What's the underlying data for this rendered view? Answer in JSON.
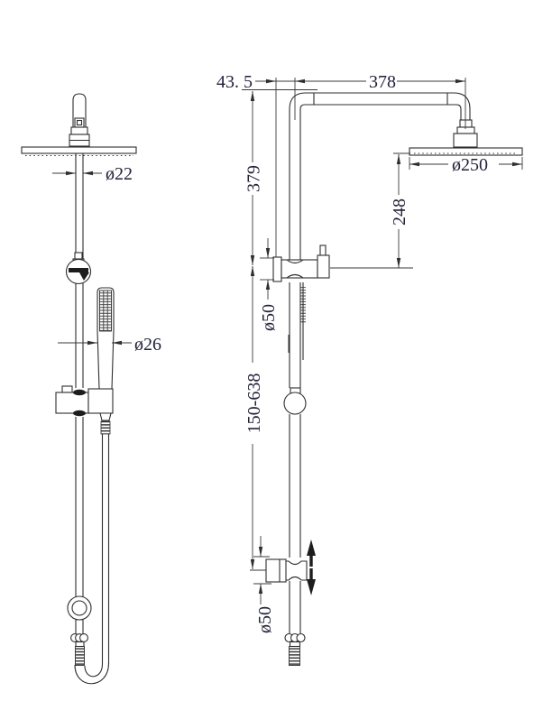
{
  "drawing": {
    "type": "technical-line-drawing",
    "subject": "shower column with overhead rain head and hand shower, front and side elevation",
    "background_color": "#ffffff",
    "line_color": "#2f2f2f",
    "text_color": "#22223a",
    "views": {
      "front": {
        "label": "front-view",
        "dims": {
          "riser_pipe_diameter": "ø22",
          "hand_shower_diameter": "ø26"
        }
      },
      "side": {
        "label": "side-view",
        "dims": {
          "wall_offset": "43. 5",
          "arm_length": "378",
          "arm_to_bracket": "379",
          "head_to_bracket": "248",
          "head_diameter": "ø250",
          "upper_bracket_height": "ø50",
          "rail_adjust_range": "150-638",
          "lower_bracket_height": "ø50"
        }
      }
    }
  }
}
